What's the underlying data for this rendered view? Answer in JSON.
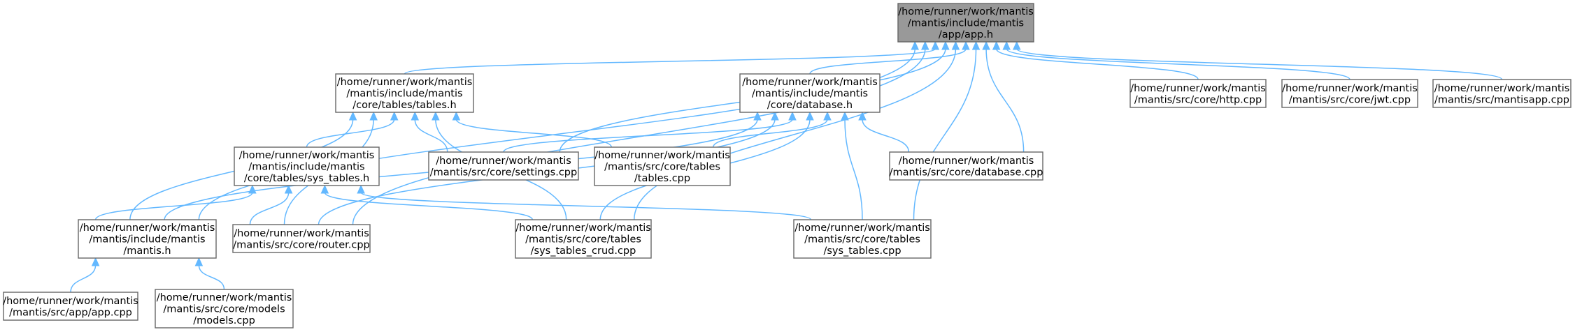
{
  "diagram": {
    "colors": {
      "edge": "#63b8ff",
      "node_border": "#666666",
      "root_fill": "#999999",
      "node_fill": "#ffffff"
    },
    "nodes": [
      {
        "id": "app_h",
        "root": true,
        "lines": [
          "/home/runner/work/mantis",
          "/mantis/include/mantis",
          "/app/app.h"
        ]
      },
      {
        "id": "tables_h",
        "lines": [
          "/home/runner/work/mantis",
          "/mantis/include/mantis",
          "/core/tables/tables.h"
        ]
      },
      {
        "id": "database_h",
        "lines": [
          "/home/runner/work/mantis",
          "/mantis/include/mantis",
          "/core/database.h"
        ]
      },
      {
        "id": "http_cpp",
        "lines": [
          "/home/runner/work/mantis",
          "/mantis/src/core/http.cpp"
        ]
      },
      {
        "id": "jwt_cpp",
        "lines": [
          "/home/runner/work/mantis",
          "/mantis/src/core/jwt.cpp"
        ]
      },
      {
        "id": "mantisapp_cpp",
        "lines": [
          "/home/runner/work/mantis",
          "/mantis/src/mantisapp.cpp"
        ]
      },
      {
        "id": "sys_tables_h",
        "lines": [
          "/home/runner/work/mantis",
          "/mantis/include/mantis",
          "/core/tables/sys_tables.h"
        ]
      },
      {
        "id": "settings_cpp",
        "lines": [
          "/home/runner/work/mantis",
          "/mantis/src/core/settings.cpp"
        ]
      },
      {
        "id": "tables_cpp",
        "lines": [
          "/home/runner/work/mantis",
          "/mantis/src/core/tables",
          "/tables.cpp"
        ]
      },
      {
        "id": "database_cpp",
        "lines": [
          "/home/runner/work/mantis",
          "/mantis/src/core/database.cpp"
        ]
      },
      {
        "id": "mantis_h",
        "lines": [
          "/home/runner/work/mantis",
          "/mantis/include/mantis",
          "/mantis.h"
        ]
      },
      {
        "id": "router_cpp",
        "lines": [
          "/home/runner/work/mantis",
          "/mantis/src/core/router.cpp"
        ]
      },
      {
        "id": "sys_tables_crud_cpp",
        "lines": [
          "/home/runner/work/mantis",
          "/mantis/src/core/tables",
          "/sys_tables_crud.cpp"
        ]
      },
      {
        "id": "sys_tables_cpp",
        "lines": [
          "/home/runner/work/mantis",
          "/mantis/src/core/tables",
          "/sys_tables.cpp"
        ]
      },
      {
        "id": "app_cpp",
        "lines": [
          "/home/runner/work/mantis",
          "/mantis/src/app/app.cpp"
        ]
      },
      {
        "id": "models_cpp",
        "lines": [
          "/home/runner/work/mantis",
          "/mantis/src/core/models",
          "/models.cpp"
        ]
      }
    ],
    "edges": [
      {
        "from": "tables_h",
        "to": "app_h"
      },
      {
        "from": "database_h",
        "to": "app_h"
      },
      {
        "from": "http_cpp",
        "to": "app_h"
      },
      {
        "from": "jwt_cpp",
        "to": "app_h"
      },
      {
        "from": "mantisapp_cpp",
        "to": "app_h"
      },
      {
        "from": "settings_cpp",
        "to": "app_h"
      },
      {
        "from": "database_cpp",
        "to": "app_h"
      },
      {
        "from": "mantis_h",
        "to": "app_h"
      },
      {
        "from": "router_cpp",
        "to": "app_h"
      },
      {
        "from": "sys_tables_crud_cpp",
        "to": "app_h"
      },
      {
        "from": "sys_tables_cpp",
        "to": "app_h"
      },
      {
        "from": "sys_tables_h",
        "to": "tables_h"
      },
      {
        "from": "settings_cpp",
        "to": "tables_h"
      },
      {
        "from": "tables_cpp",
        "to": "tables_h"
      },
      {
        "from": "mantis_h",
        "to": "tables_h"
      },
      {
        "from": "router_cpp",
        "to": "tables_h"
      },
      {
        "from": "sys_tables_crud_cpp",
        "to": "tables_h"
      },
      {
        "from": "settings_cpp",
        "to": "database_h"
      },
      {
        "from": "tables_cpp",
        "to": "database_h"
      },
      {
        "from": "database_cpp",
        "to": "database_h"
      },
      {
        "from": "mantis_h",
        "to": "database_h"
      },
      {
        "from": "router_cpp",
        "to": "database_h"
      },
      {
        "from": "sys_tables_crud_cpp",
        "to": "database_h"
      },
      {
        "from": "sys_tables_cpp",
        "to": "database_h"
      },
      {
        "from": "mantis_h",
        "to": "sys_tables_h"
      },
      {
        "from": "router_cpp",
        "to": "sys_tables_h"
      },
      {
        "from": "sys_tables_crud_cpp",
        "to": "sys_tables_h"
      },
      {
        "from": "sys_tables_cpp",
        "to": "sys_tables_h"
      },
      {
        "from": "app_cpp",
        "to": "mantis_h"
      },
      {
        "from": "models_cpp",
        "to": "mantis_h"
      }
    ]
  }
}
